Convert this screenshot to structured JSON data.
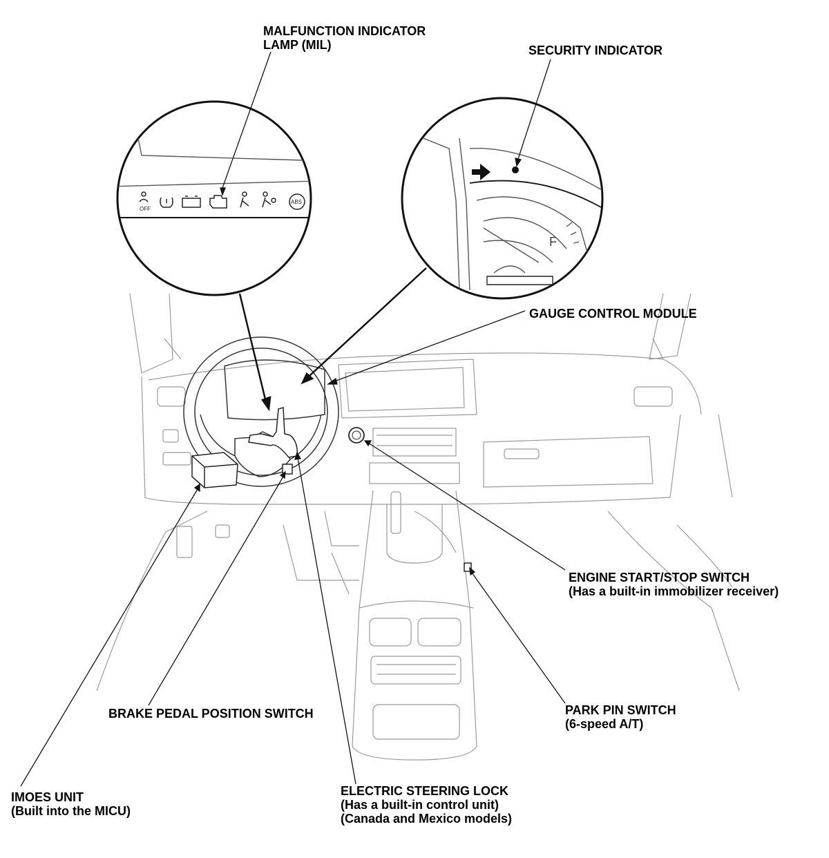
{
  "callouts": {
    "mil": [
      "MALFUNCTION INDICATOR",
      "LAMP (MIL)"
    ],
    "security": [
      "SECURITY INDICATOR"
    ],
    "gauge": [
      "GAUGE CONTROL MODULE"
    ],
    "engine_start": [
      "ENGINE START/STOP SWITCH",
      "(Has a built-in immobilizer receiver)"
    ],
    "park_pin": [
      "PARK PIN SWITCH",
      "(6-speed A/T)"
    ],
    "brake": [
      "BRAKE PEDAL POSITION SWITCH"
    ],
    "imoes": [
      "IMOES UNIT",
      "(Built into the MICU)"
    ],
    "steering_lock": [
      "ELECTRIC STEERING LOCK",
      "(Has a built-in control unit)",
      "(Canada and Mexico models)"
    ]
  },
  "inset_text": {
    "gauge_f": "F",
    "icon_off": "OFF",
    "icon_abs": "ABS"
  },
  "indicator_icons": [
    "passenger-airbag-off-icon",
    "tpms-icon",
    "battery-icon",
    "check-engine-icon",
    "seatbelt-icon",
    "airbag-icon",
    "abs-icon"
  ]
}
